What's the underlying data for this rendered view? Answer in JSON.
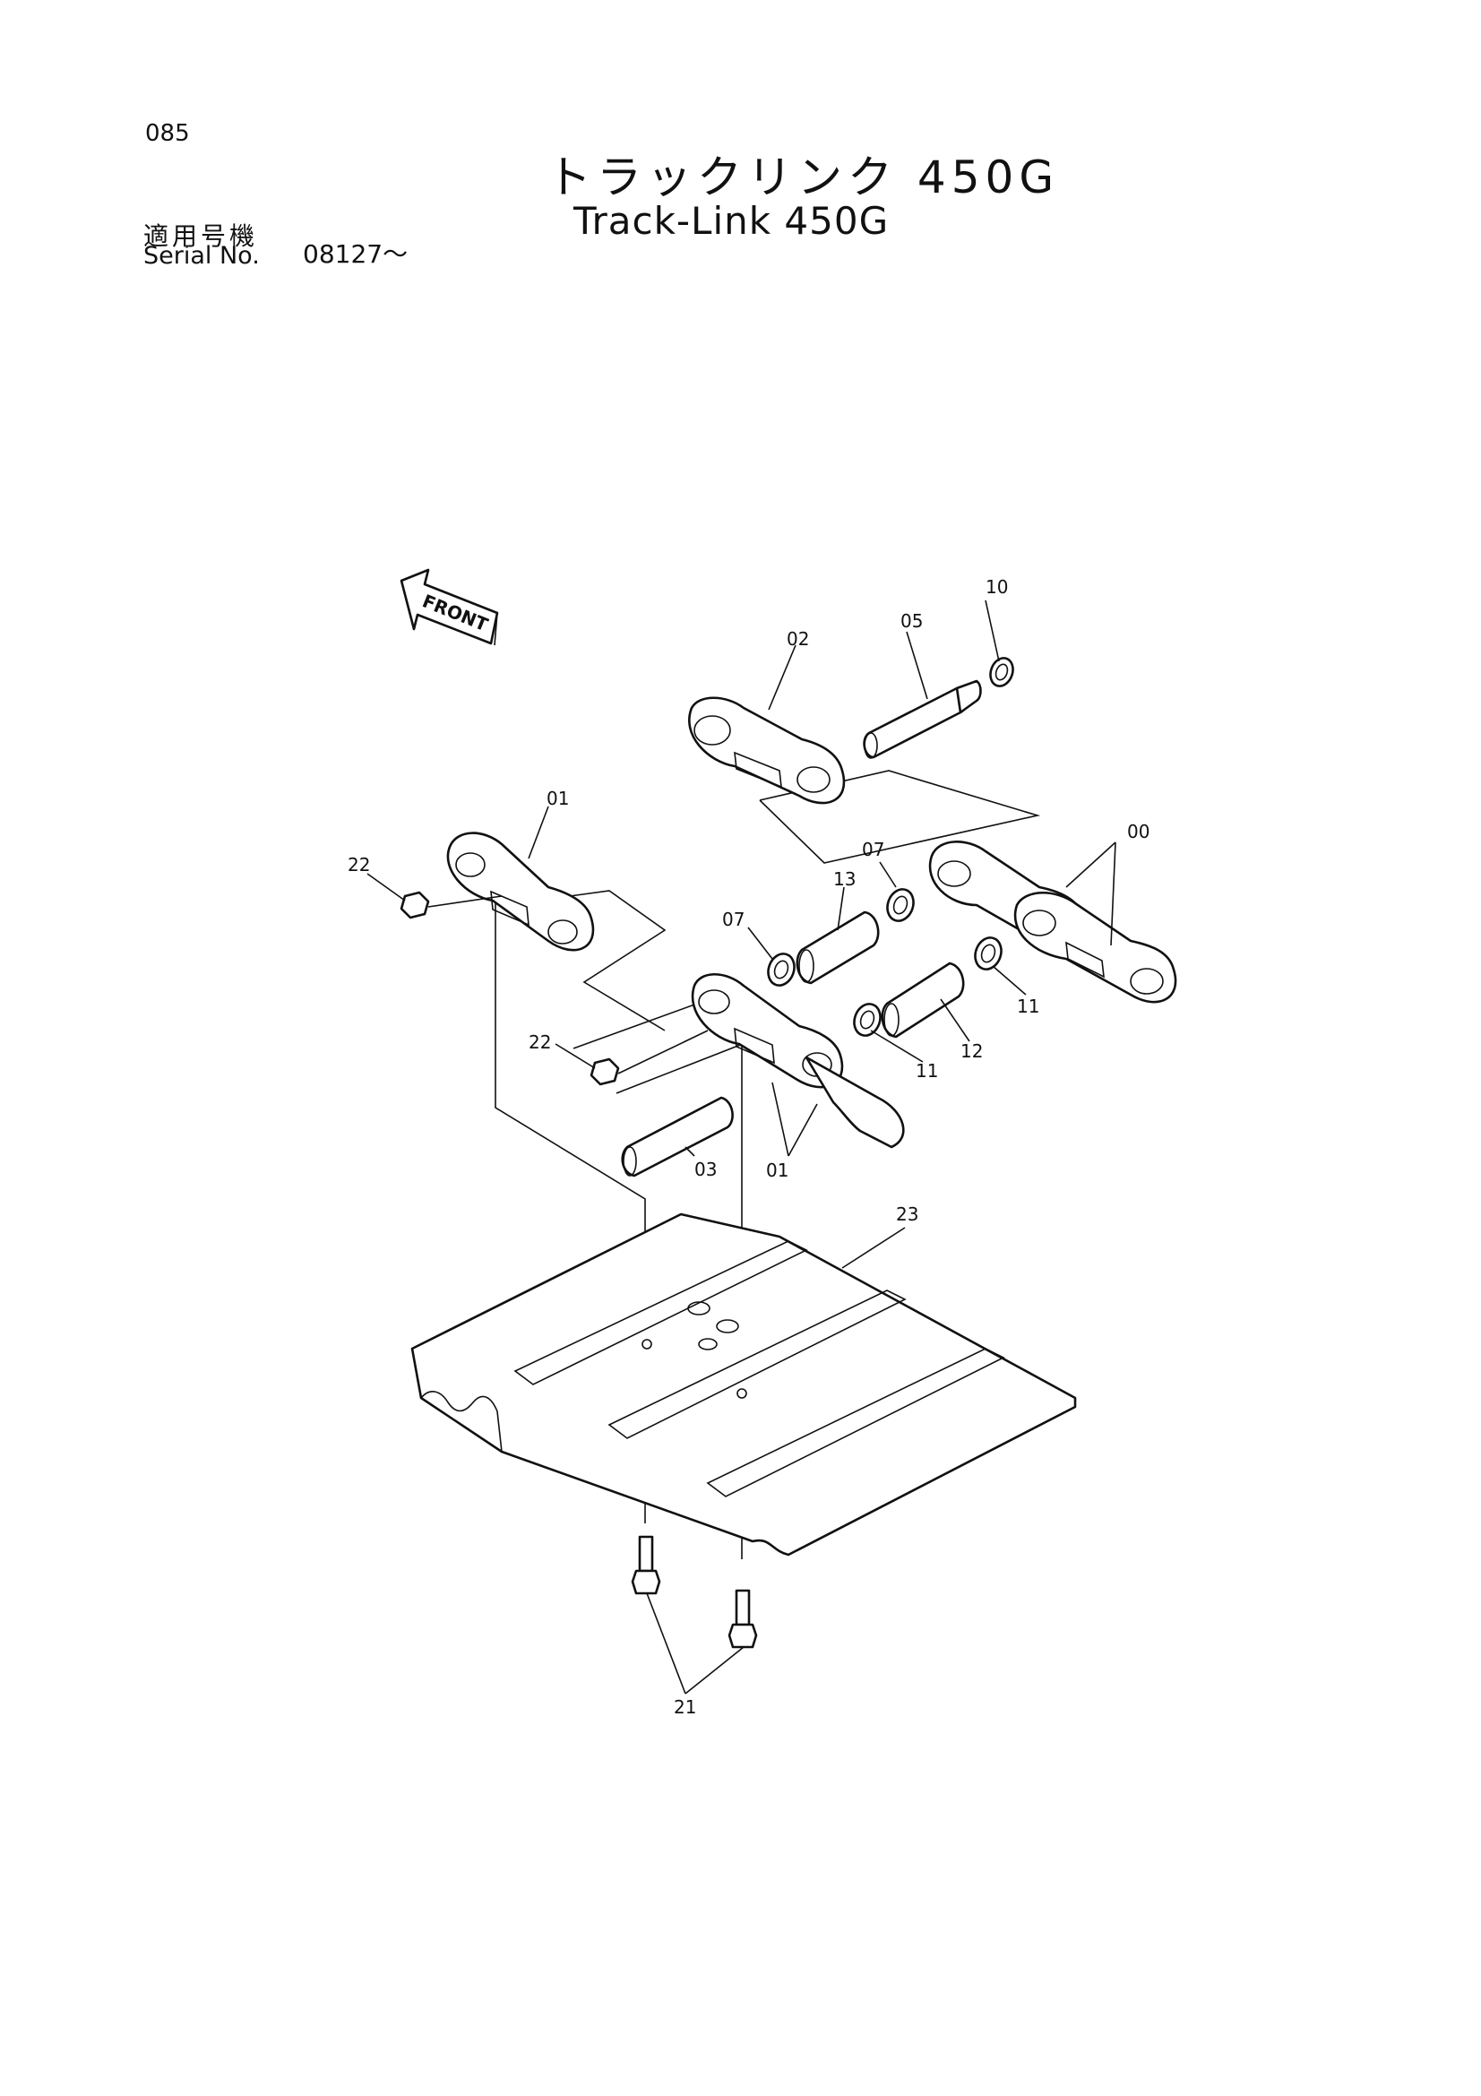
{
  "page_number": "085",
  "title_ja": "トラックリンク 450G",
  "title_en": "Track-Link 450G",
  "serial_label_ja": "適用号機",
  "serial_label_en": "Serial No.",
  "serial_value": "08127～",
  "front_label": "FRONT",
  "callouts": {
    "c00": "00",
    "c01a": "01",
    "c01b": "01",
    "c02": "02",
    "c03": "03",
    "c05": "05",
    "c07a": "07",
    "c07b": "07",
    "c10": "10",
    "c11a": "11",
    "c11b": "11",
    "c12": "12",
    "c13": "13",
    "c21": "21",
    "c22a": "22",
    "c22b": "22",
    "c23": "23"
  }
}
